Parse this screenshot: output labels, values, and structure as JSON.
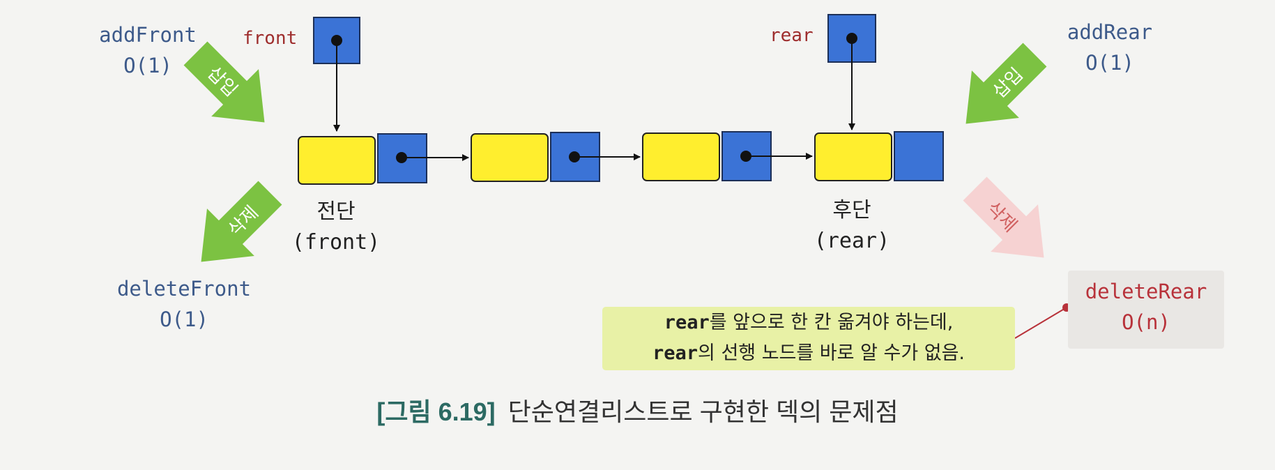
{
  "ops": {
    "add_front": {
      "name": "addFront",
      "cost": "O(1)"
    },
    "delete_front": {
      "name": "deleteFront",
      "cost": "O(1)"
    },
    "add_rear": {
      "name": "addRear",
      "cost": "O(1)"
    },
    "delete_rear": {
      "name": "deleteRear",
      "cost": "O(n)"
    }
  },
  "arrows": {
    "insert_label": "삽입",
    "delete_label": "삭제"
  },
  "pointers": {
    "front": "front",
    "rear": "rear"
  },
  "ends": {
    "front_ko": "전단",
    "front_en": "(front)",
    "rear_ko": "후단",
    "rear_en": "(rear)"
  },
  "note": {
    "line1_code": "rear",
    "line1_rest": "를 앞으로 한 칸 옮겨야 하는데,",
    "line2_code": "rear",
    "line2_rest": "의 선행 노드를 바로 알 수가 없음."
  },
  "caption": {
    "number": "[그림 6.19]",
    "text": "단순연결리스트로 구현한 덱의 문제점"
  },
  "colors": {
    "data_field": "#ffee2e",
    "link_field": "#3b73d6",
    "green_arrow": "#7cc242",
    "pink_arrow": "#f6d2d2",
    "op_blue": "#3d5a8a",
    "op_red": "#b8323a",
    "note_bg": "#e8f1a6"
  }
}
